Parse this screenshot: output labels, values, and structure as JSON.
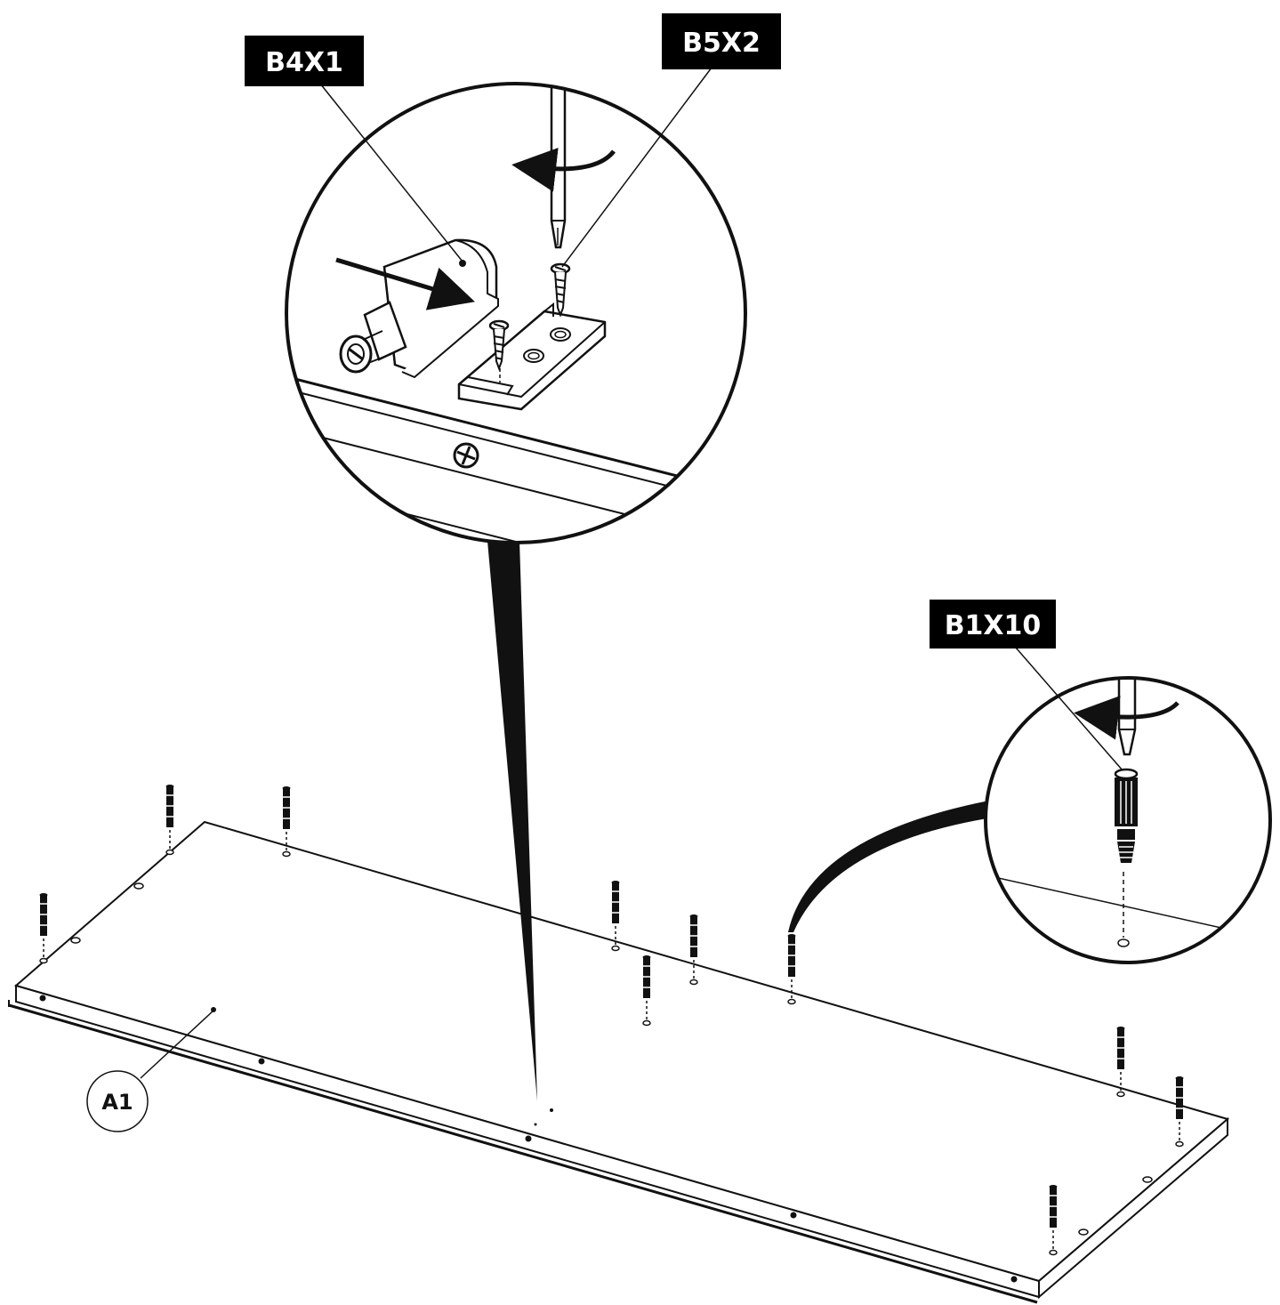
{
  "labels": {
    "b4": "B4X1",
    "b5": "B5X2",
    "b1": "B1X10",
    "a1": "A1"
  },
  "colors": {
    "ink": "#111111",
    "paper": "#ffffff",
    "tag_bg": "#000000"
  },
  "icons": [
    "screwdriver-icon",
    "rotate-arrow-icon",
    "push-arrow-icon",
    "screw-icon",
    "dowel-icon"
  ]
}
